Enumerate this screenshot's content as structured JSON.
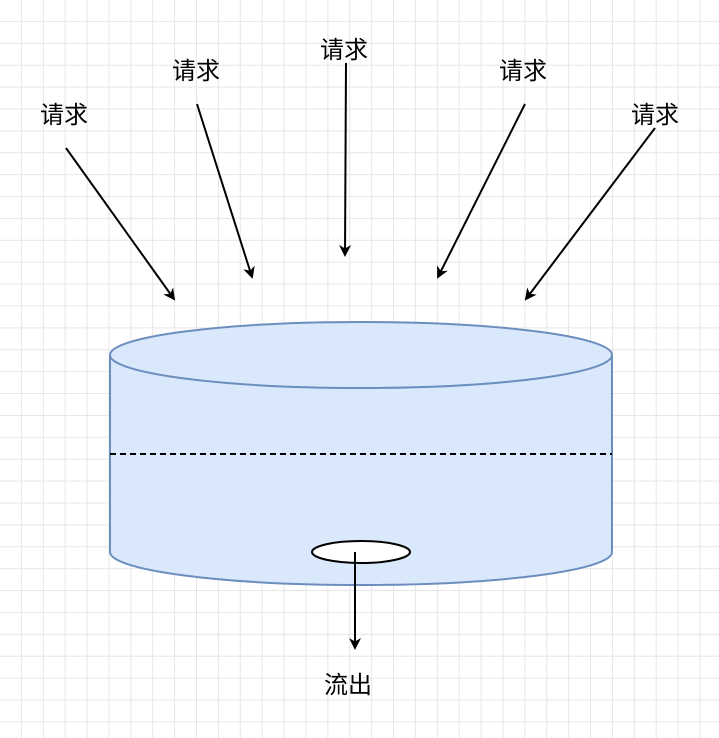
{
  "diagram": {
    "request_labels": [
      "请求",
      "请求",
      "请求",
      "请求",
      "请求"
    ],
    "outflow_label": "流出"
  },
  "colors": {
    "bucket_fill": "#dae8fc",
    "bucket_stroke": "#6c8ebf",
    "line": "#000000",
    "grid": "#e6e6e6"
  }
}
